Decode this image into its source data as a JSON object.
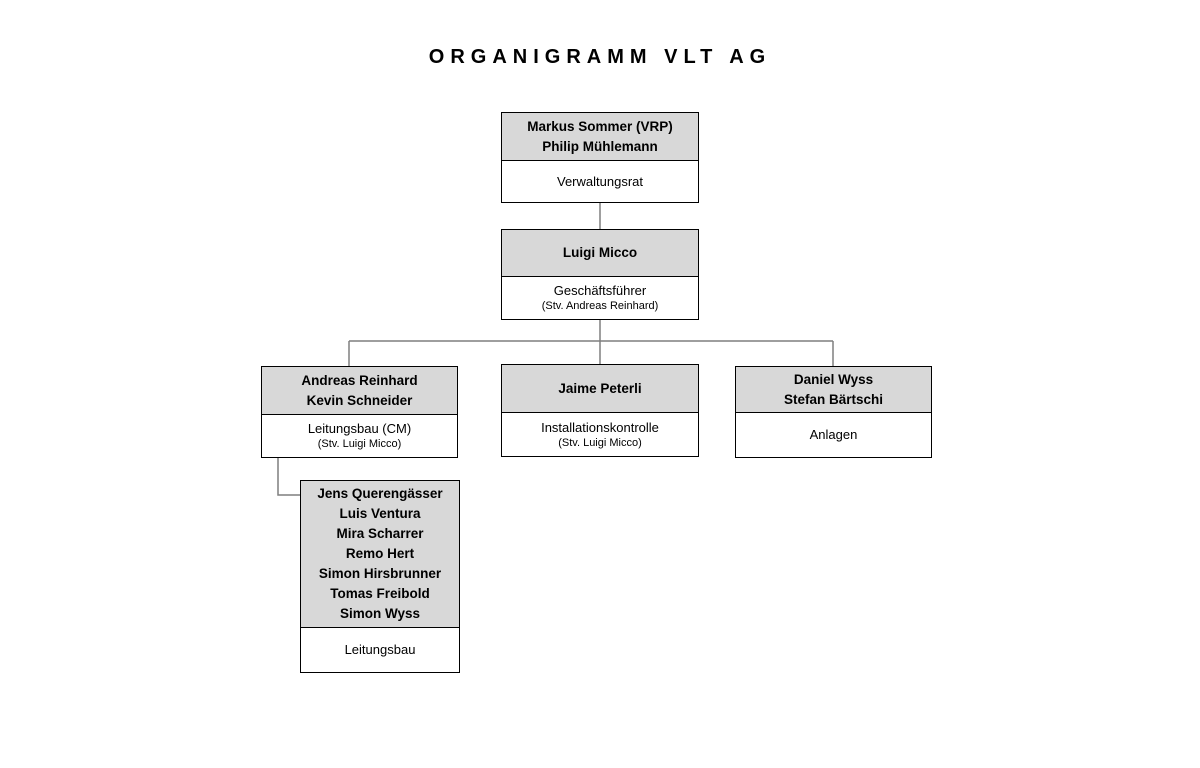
{
  "page": {
    "title": "ORGANIGRAMM VLT AG",
    "background": "#ffffff"
  },
  "colors": {
    "box_header_fill": "#d8d8d8",
    "box_body_fill": "#ffffff",
    "box_border": "#000000",
    "connector_line": "#7f7f7f",
    "text": "#000000"
  },
  "boxes": [
    {
      "id": "verwaltungsrat",
      "names": [
        "Markus Sommer (VRP)",
        "Philip Mühlemann"
      ],
      "role": "Verwaltungsrat"
    },
    {
      "id": "geschaeftsfuehrer",
      "names": [
        "Luigi Micco"
      ],
      "role": "Geschäftsführer",
      "deputy": "(Stv. Andreas Reinhard)"
    },
    {
      "id": "leitungsbau-cm",
      "names": [
        "Andreas Reinhard",
        "Kevin Schneider"
      ],
      "role": "Leitungsbau (CM)",
      "deputy": "(Stv. Luigi Micco)"
    },
    {
      "id": "installationskontrolle",
      "names": [
        "Jaime Peterli"
      ],
      "role": "Installationskontrolle",
      "deputy": "(Stv. Luigi Micco)"
    },
    {
      "id": "anlagen",
      "names": [
        "Daniel Wyss",
        "Stefan Bärtschi"
      ],
      "role": "Anlagen"
    },
    {
      "id": "leitungsbau-team",
      "names": [
        "Jens Querengässer",
        "Luis Ventura",
        "Mira Scharrer",
        "Remo Hert",
        "Simon Hirsbrunner",
        "Tomas Freibold",
        "Simon Wyss"
      ],
      "role": "Leitungsbau"
    }
  ]
}
